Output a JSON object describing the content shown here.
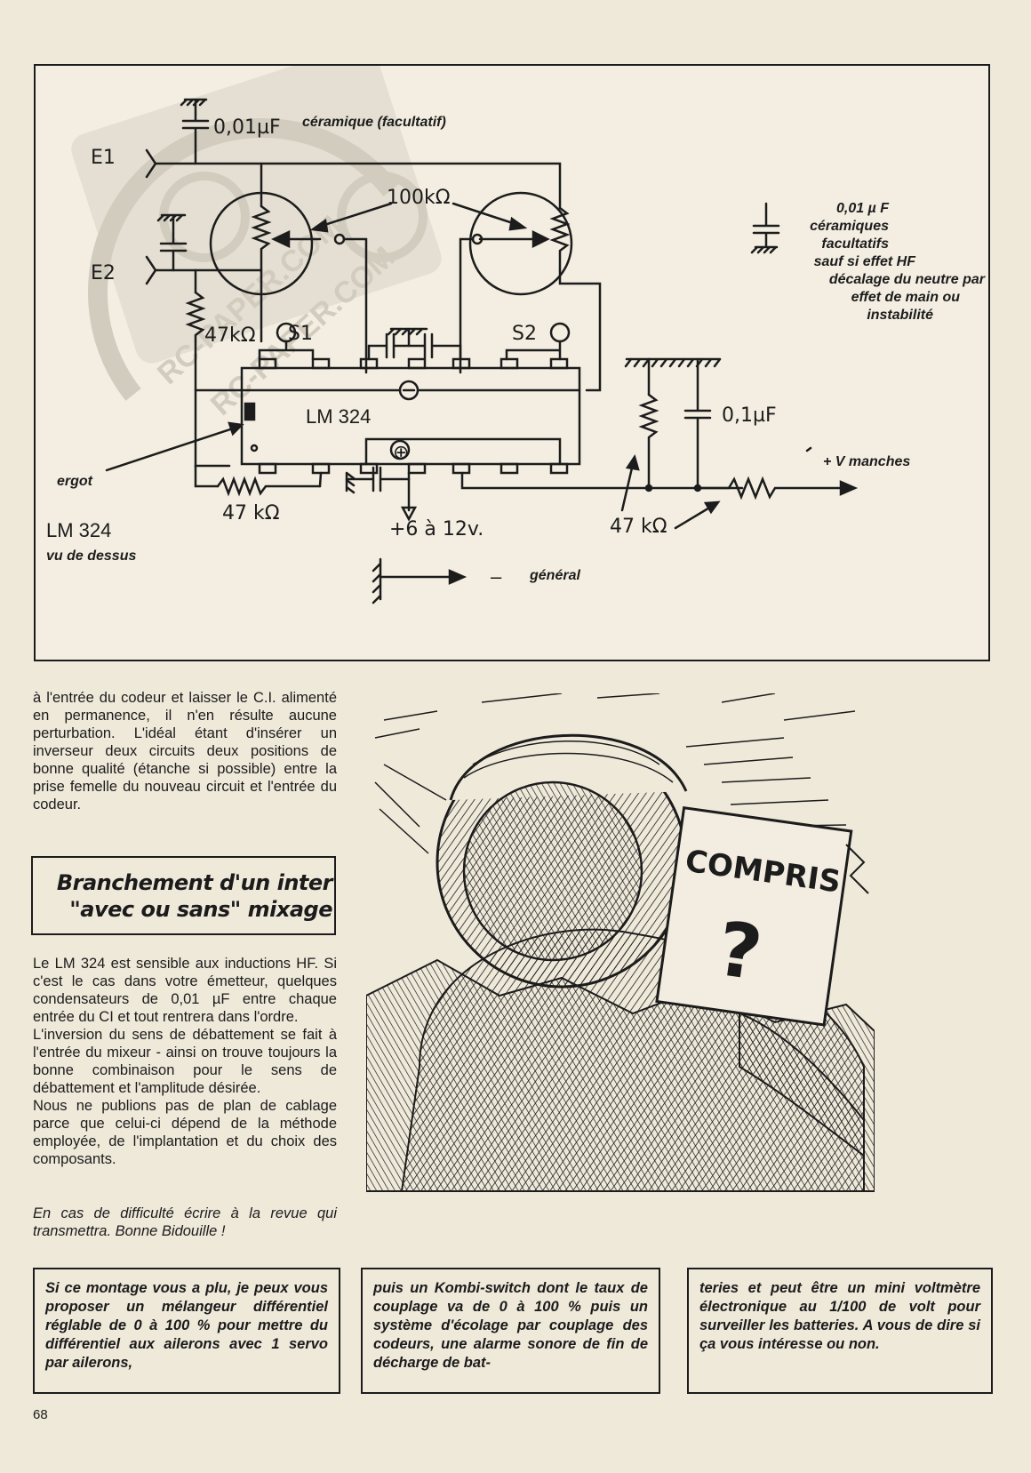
{
  "schematic": {
    "labels": {
      "e1": "E1",
      "e2": "E2",
      "cap_top": "0,01µF",
      "cap_top_note": "céramique (facultatif)",
      "pot": "100kΩ",
      "r_e2": "47kΩ",
      "s1": "S1",
      "s2": "S2",
      "minus": "⊖",
      "plus": "⊕",
      "chip": "LM 324",
      "cap_right": "0,1µF",
      "v_manches": "+ V manches",
      "ergot": "ergot",
      "r_bottom_left": "47 kΩ",
      "supply": "+6 à 12v.",
      "r_bottom_right": "47 kΩ",
      "chip_caption": "LM 324",
      "chip_caption_sub": "vu de dessus",
      "general_dash": "–",
      "general": "général"
    },
    "side_note": [
      "0,01 µ F",
      "céramiques",
      "facultatifs",
      "sauf si effet HF",
      "décalage du neutre par",
      "effet de main ou",
      "instabilité"
    ],
    "watermark": {
      "top": "RC-PAPER.COM",
      "bottom": "RC-PAPER.COM"
    }
  },
  "intro": "à l'entrée du codeur et laisser le C.I. alimenté en permanence, il n'en résulte aucune perturbation. L'idéal étant d'insérer un inverseur deux circuits deux positions de bonne qualité (étanche si possible) entre la prise femelle du nouveau circuit et l'entrée du codeur.",
  "heading": {
    "line1": "Branchement d'un inter",
    "line2": "\"avec ou sans\" mixage"
  },
  "body": {
    "p1": "Le LM 324 est sensible aux inductions HF. Si c'est le cas dans votre émetteur, quelques condensateurs de 0,01 µF entre chaque entrée du CI et tout rentrera dans l'ordre.",
    "p2": "L'inversion du sens de débattement se fait à l'entrée du mixeur - ainsi on trouve toujours la bonne combinaison pour le sens de débattement et l'amplitude désirée.",
    "p3": "Nous ne publions pas de plan de cablage parce que celui-ci dépend de la méthode employée, de l'implantation et du choix des composants."
  },
  "closing": "En cas de difficulté écrire à la revue qui transmettra. Bonne Bidouille !",
  "cartoon": {
    "sign": "COMPRIS",
    "question": "?"
  },
  "boxes": {
    "box1": "Si ce montage vous a plu, je peux vous proposer un mélangeur différentiel réglable de 0 à 100 % pour mettre du différentiel aux ailerons avec 1 servo par ailerons,",
    "box2": "puis un Kombi-switch dont le taux de couplage va de 0 à 100 % puis un système d'écolage par couplage des codeurs, une alarme sonore de fin de décharge de bat-",
    "box3": "teries et peut être un mini voltmètre électronique au 1/100 de volt pour surveiller les batteries. A vous de dire si ça vous intéresse ou non."
  },
  "page_number": "68",
  "colors": {
    "paper": "#efe9da",
    "ink": "#1c1c1c",
    "watermark": "#b8b1a3"
  }
}
